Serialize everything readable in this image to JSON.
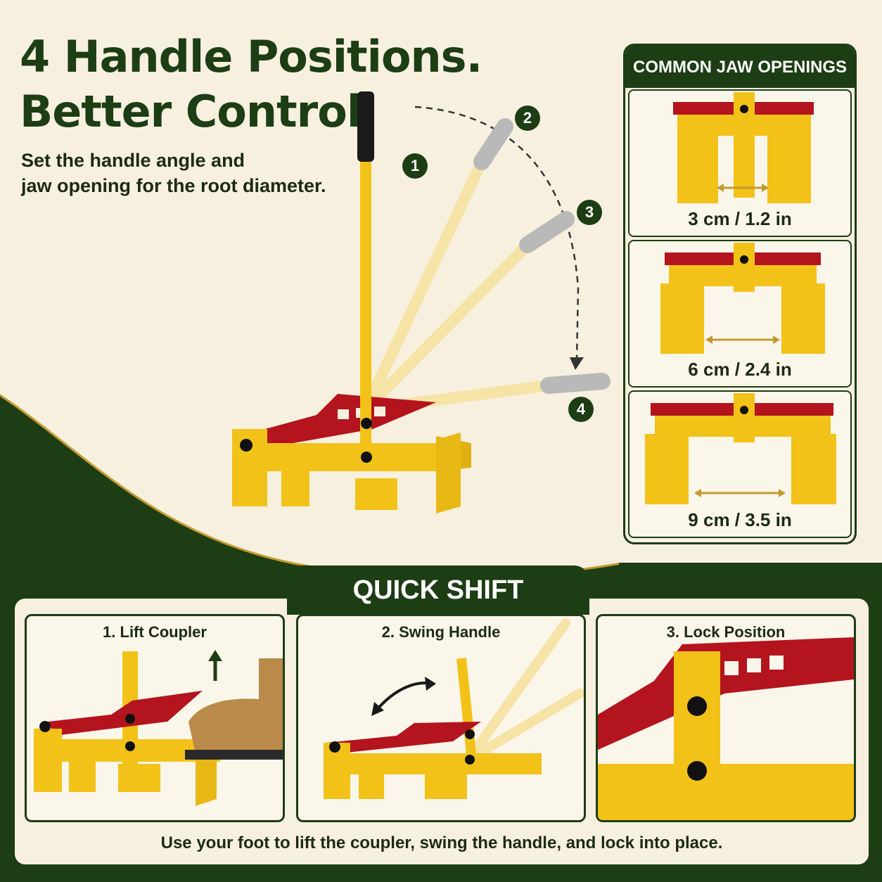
{
  "hero": {
    "title_line1": "4 Handle Positions.",
    "title_line2": "Better Control.",
    "subtitle_line1": "Set the handle angle and",
    "subtitle_line2": "jaw opening for the root diameter."
  },
  "positions": [
    {
      "number": "1"
    },
    {
      "number": "2"
    },
    {
      "number": "3"
    },
    {
      "number": "4"
    }
  ],
  "jaw_openings": {
    "header": "COMMON JAW OPENINGS",
    "items": [
      {
        "label": "3 cm / 1.2 in"
      },
      {
        "label": "6 cm / 2.4 in"
      },
      {
        "label": "9 cm / 3.5 in"
      }
    ]
  },
  "quick_shift": {
    "title": "QUICK SHIFT",
    "steps": [
      {
        "label": "1. Lift Coupler"
      },
      {
        "label": "2. Swing Handle"
      },
      {
        "label": "3. Lock Position"
      }
    ],
    "footnote": "Use your foot to lift the coupler, swing the handle, and lock into place."
  },
  "colors": {
    "dark_green": "#1d3d14",
    "cream": "#f7f0df",
    "tool_yellow": "#f2c218",
    "tool_red": "#b3141e",
    "gold": "#c29a2e"
  }
}
